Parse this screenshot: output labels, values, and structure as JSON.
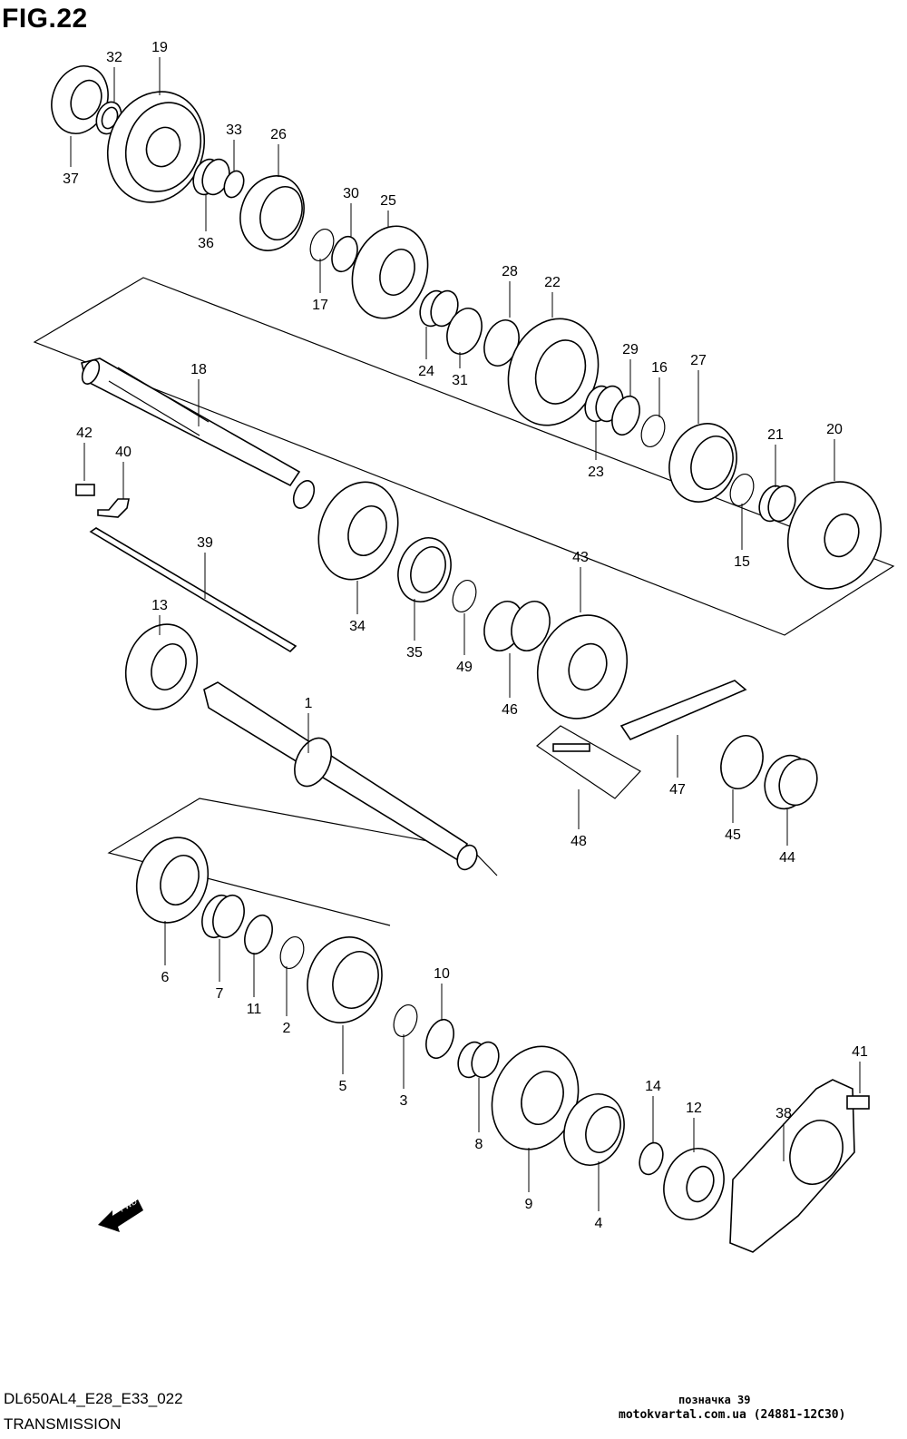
{
  "figure": {
    "title": "FIG.22",
    "footer_code": "DL650AL4_E28_E33_022",
    "footer_name": "TRANSMISSION",
    "watermark_line1": "позначка 39",
    "watermark_line2": "motokvartal.com.ua (24881-12C30)",
    "fwd_label": "FWD"
  },
  "parts": [
    {
      "label": "1",
      "kind": "pinion-gear"
    },
    {
      "label": "2",
      "kind": "circlip"
    },
    {
      "label": "3",
      "kind": "circlip"
    },
    {
      "label": "4",
      "kind": "gear"
    },
    {
      "label": "5",
      "kind": "gear"
    },
    {
      "label": "6",
      "kind": "gear"
    },
    {
      "label": "7",
      "kind": "bushing"
    },
    {
      "label": "8",
      "kind": "bearing"
    },
    {
      "label": "9",
      "kind": "gear"
    },
    {
      "label": "10",
      "kind": "washer"
    },
    {
      "label": "11",
      "kind": "washer"
    },
    {
      "label": "12",
      "kind": "bearing"
    },
    {
      "label": "13",
      "kind": "bearing"
    },
    {
      "label": "14",
      "kind": "washer"
    },
    {
      "label": "15",
      "kind": "circlip"
    },
    {
      "label": "16",
      "kind": "circlip"
    },
    {
      "label": "17",
      "kind": "circlip"
    },
    {
      "label": "18",
      "kind": "shaft"
    },
    {
      "label": "19",
      "kind": "gear"
    },
    {
      "label": "20",
      "kind": "gear"
    },
    {
      "label": "21",
      "kind": "bushing"
    },
    {
      "label": "22",
      "kind": "gear"
    },
    {
      "label": "23",
      "kind": "bearing"
    },
    {
      "label": "24",
      "kind": "bearing"
    },
    {
      "label": "25",
      "kind": "gear"
    },
    {
      "label": "26",
      "kind": "gear"
    },
    {
      "label": "27",
      "kind": "gear"
    },
    {
      "label": "28",
      "kind": "lock-washer"
    },
    {
      "label": "29",
      "kind": "washer"
    },
    {
      "label": "30",
      "kind": "washer"
    },
    {
      "label": "31",
      "kind": "lock-washer"
    },
    {
      "label": "32",
      "kind": "washer"
    },
    {
      "label": "33",
      "kind": "washer"
    },
    {
      "label": "34",
      "kind": "bearing"
    },
    {
      "label": "35",
      "kind": "oil-seal"
    },
    {
      "label": "36",
      "kind": "bushing"
    },
    {
      "label": "37",
      "kind": "bearing"
    },
    {
      "label": "38",
      "kind": "retainer-plate"
    },
    {
      "label": "39",
      "kind": "rod"
    },
    {
      "label": "40",
      "kind": "bracket"
    },
    {
      "label": "41",
      "kind": "bolt"
    },
    {
      "label": "42",
      "kind": "bolt"
    },
    {
      "label": "43",
      "kind": "sprocket"
    },
    {
      "label": "44",
      "kind": "nut"
    },
    {
      "label": "45",
      "kind": "lock-washer"
    },
    {
      "label": "46",
      "kind": "spacer"
    },
    {
      "label": "47",
      "kind": "chain"
    },
    {
      "label": "48",
      "kind": "chain-joint"
    },
    {
      "label": "49",
      "kind": "o-ring"
    }
  ]
}
